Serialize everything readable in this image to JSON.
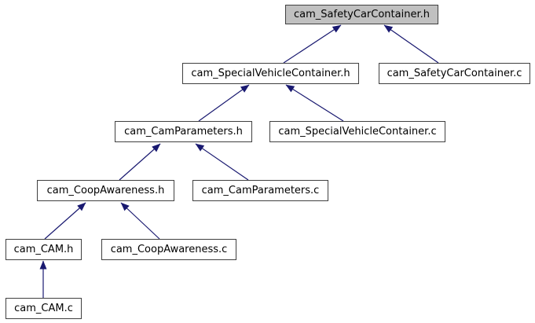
{
  "diagram": {
    "title": "cam_SafetyCarContainer.h include dependency graph",
    "type": "dependency-graph",
    "nodes": [
      {
        "id": "safetycar_h",
        "label": "cam_SafetyCarContainer.h",
        "highlighted": true
      },
      {
        "id": "specialveh_h",
        "label": "cam_SpecialVehicleContainer.h",
        "highlighted": false
      },
      {
        "id": "safetycar_c",
        "label": "cam_SafetyCarContainer.c",
        "highlighted": false
      },
      {
        "id": "camparams_h",
        "label": "cam_CamParameters.h",
        "highlighted": false
      },
      {
        "id": "specialveh_c",
        "label": "cam_SpecialVehicleContainer.c",
        "highlighted": false
      },
      {
        "id": "coopaware_h",
        "label": "cam_CoopAwareness.h",
        "highlighted": false
      },
      {
        "id": "camparams_c",
        "label": "cam_CamParameters.c",
        "highlighted": false
      },
      {
        "id": "cam_h",
        "label": "cam_CAM.h",
        "highlighted": false
      },
      {
        "id": "coopaware_c",
        "label": "cam_CoopAwareness.c",
        "highlighted": false
      },
      {
        "id": "cam_c",
        "label": "cam_CAM.c",
        "highlighted": false
      }
    ],
    "edges": [
      {
        "from": "cam_SpecialVehicleContainer.h",
        "to": "cam_SafetyCarContainer.h"
      },
      {
        "from": "cam_SafetyCarContainer.c",
        "to": "cam_SafetyCarContainer.h"
      },
      {
        "from": "cam_CamParameters.h",
        "to": "cam_SpecialVehicleContainer.h"
      },
      {
        "from": "cam_SpecialVehicleContainer.c",
        "to": "cam_SpecialVehicleContainer.h"
      },
      {
        "from": "cam_CoopAwareness.h",
        "to": "cam_CamParameters.h"
      },
      {
        "from": "cam_CamParameters.c",
        "to": "cam_CamParameters.h"
      },
      {
        "from": "cam_CAM.h",
        "to": "cam_CoopAwareness.h"
      },
      {
        "from": "cam_CoopAwareness.c",
        "to": "cam_CoopAwareness.h"
      },
      {
        "from": "cam_CAM.c",
        "to": "cam_CAM.h"
      }
    ]
  },
  "colors": {
    "edge": "#191970",
    "node_fill": "#ffffff",
    "highlight_fill": "#c0c0c0",
    "border": "#404040",
    "text": "#000000",
    "background": "#ffffff"
  }
}
